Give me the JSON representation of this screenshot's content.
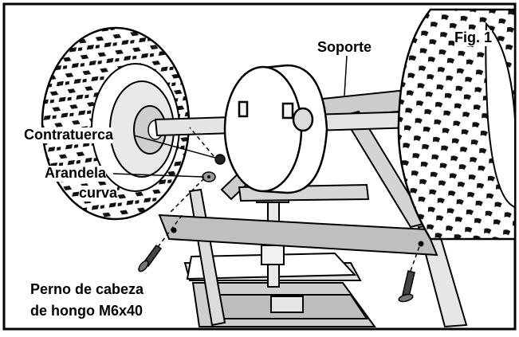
{
  "figure": {
    "number_label": "Fig. 1"
  },
  "labels": {
    "soporte": "Soporte",
    "contratuerca": "Contratuerca",
    "arandela_line1": "Arandela",
    "arandela_line2": "curva",
    "perno_line1": "Perno de cabeza",
    "perno_line2": "de hongo M6x40"
  }
}
